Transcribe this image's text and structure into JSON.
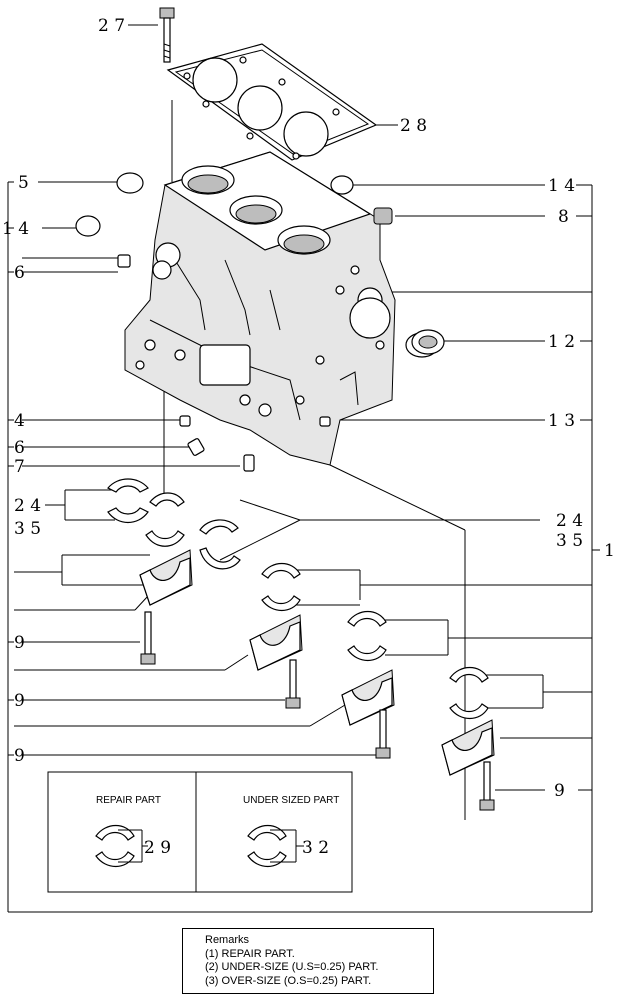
{
  "callouts": {
    "c27": "2 7",
    "c28": "2 8",
    "c5": "5",
    "c14_right": "1 4",
    "c14_left": "1 4",
    "c8": "8",
    "c6_top": "6",
    "c12": "1 2",
    "c13": "1 3",
    "c4": "4",
    "c6_low": "6",
    "c7": "7",
    "c24_left": "2 4",
    "c35_left": "3 5",
    "c24_right": "2 4",
    "c35_right": "3 5",
    "c1": "1",
    "c9_a": "9",
    "c9_b": "9",
    "c9_c": "9",
    "c9_right": "9",
    "c29": "2 9",
    "c32": "3 2"
  },
  "legend_box": {
    "repair_label": "REPAIR PART",
    "undersized_label": "UNDER SIZED PART"
  },
  "remarks": {
    "title": "Remarks",
    "line1": "(1) REPAIR PART.",
    "line2": "(2) UNDER-SIZE (U.S=0.25) PART.",
    "line3": "(3) OVER-SIZE (O.S=0.25) PART."
  }
}
